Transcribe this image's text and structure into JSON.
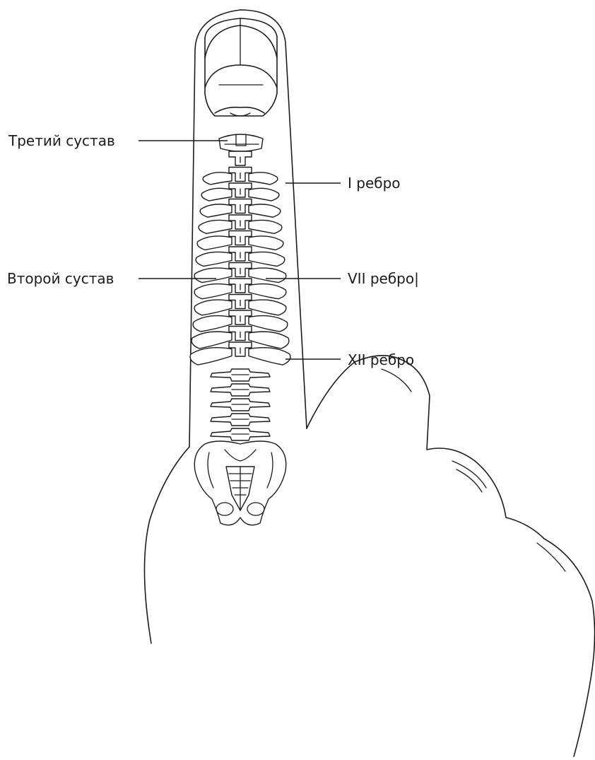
{
  "labels": {
    "third_joint": "Третий сустав",
    "second_joint": "Второй сустав",
    "rib_1": "I ребро",
    "rib_7": "VII ребро|",
    "rib_12": "XII ребро"
  },
  "colors": {
    "ink": "#1c1c1c",
    "background": "#ffffff"
  },
  "icons": {
    "hand": "hand-outline-icon",
    "spine": "spine-skeleton-icon"
  }
}
